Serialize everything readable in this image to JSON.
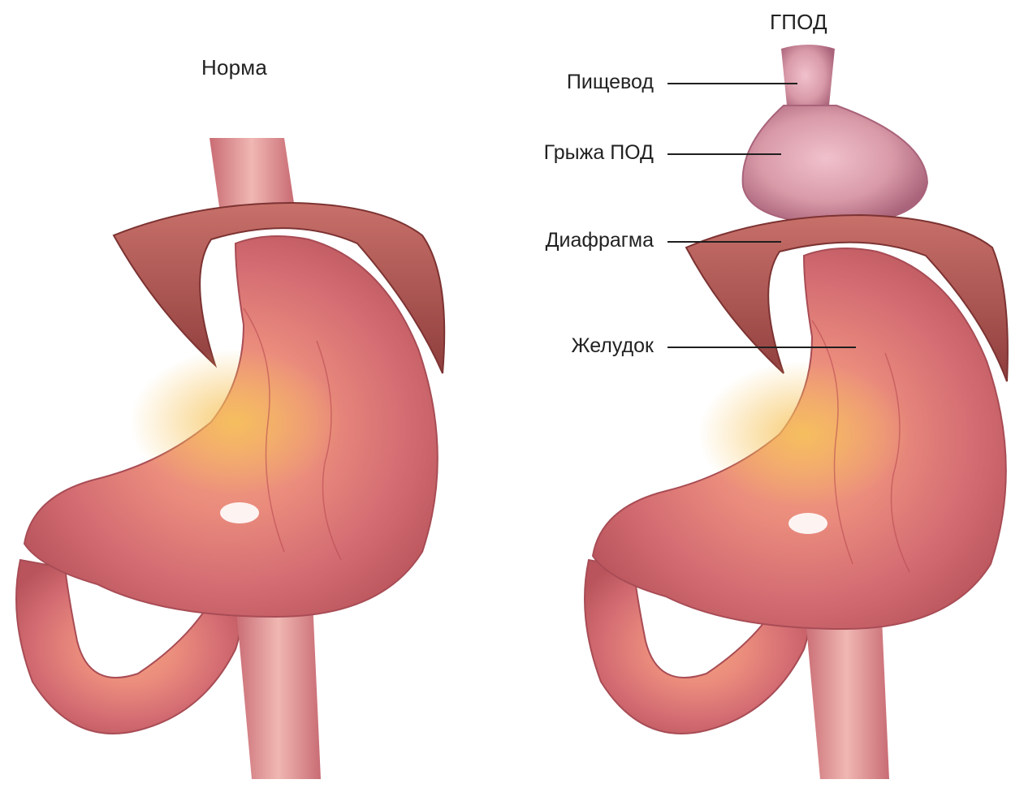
{
  "titles": {
    "normal": "Норма",
    "hernia": "ГПОД"
  },
  "labels": {
    "esophagus": "Пищевод",
    "hernia": "Грыжа ПОД",
    "diaphragm": "Диафрагма",
    "stomach": "Желудок"
  },
  "colors": {
    "stomach": "#e9877f",
    "stomach_shadow": "#b9545c",
    "diaphragm": "#b45b56",
    "highlight": "#f6d06a",
    "hernia": "#d99aa8"
  }
}
